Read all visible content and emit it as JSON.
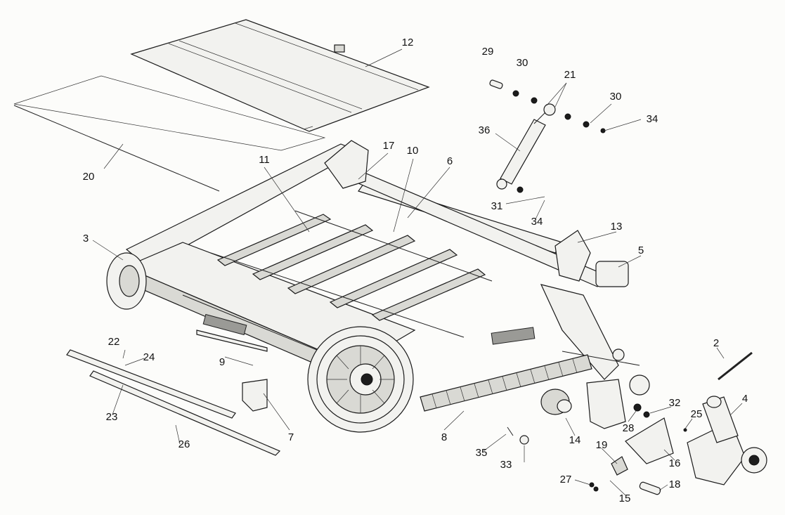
{
  "diagram": {
    "labels": [
      "2",
      "3",
      "4",
      "5",
      "6",
      "7",
      "8",
      "9",
      "10",
      "11",
      "12",
      "13",
      "14",
      "15",
      "16",
      "17",
      "18",
      "19",
      "20",
      "21",
      "22",
      "23",
      "24",
      "25",
      "26",
      "27",
      "28",
      "29",
      "30",
      "30",
      "31",
      "32",
      "33",
      "34",
      "34",
      "35",
      "36"
    ]
  },
  "colors": {
    "ink": "#1a1a1a",
    "paper": "#fcfcfa",
    "shade": "#d9d9d4"
  }
}
